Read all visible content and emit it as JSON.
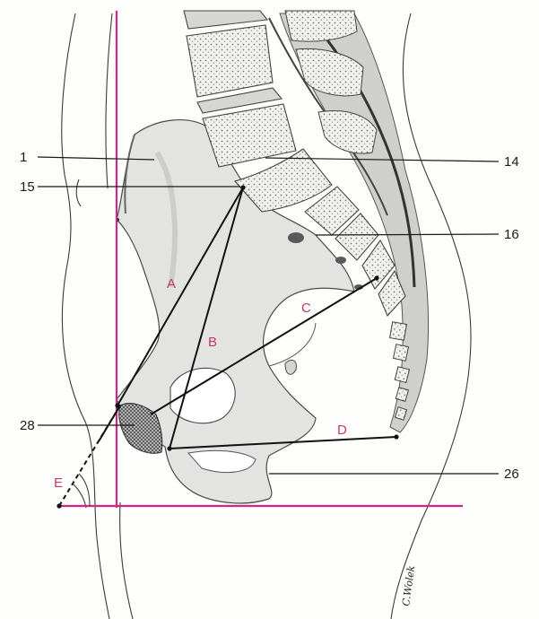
{
  "colors": {
    "reference_line": "#cc2a84",
    "letter": "#c23a6a",
    "bone_fill": "#e3e3e1",
    "bone_stroke": "#4a4a4a",
    "ink": "#1a1a1a"
  },
  "labels": {
    "l1": "1",
    "l14": "14",
    "l15": "15",
    "l16": "16",
    "l26": "26",
    "l28": "28"
  },
  "letters": {
    "A": "A",
    "B": "B",
    "C": "C",
    "D": "D",
    "E": "E"
  },
  "signature": "C.Wolek"
}
